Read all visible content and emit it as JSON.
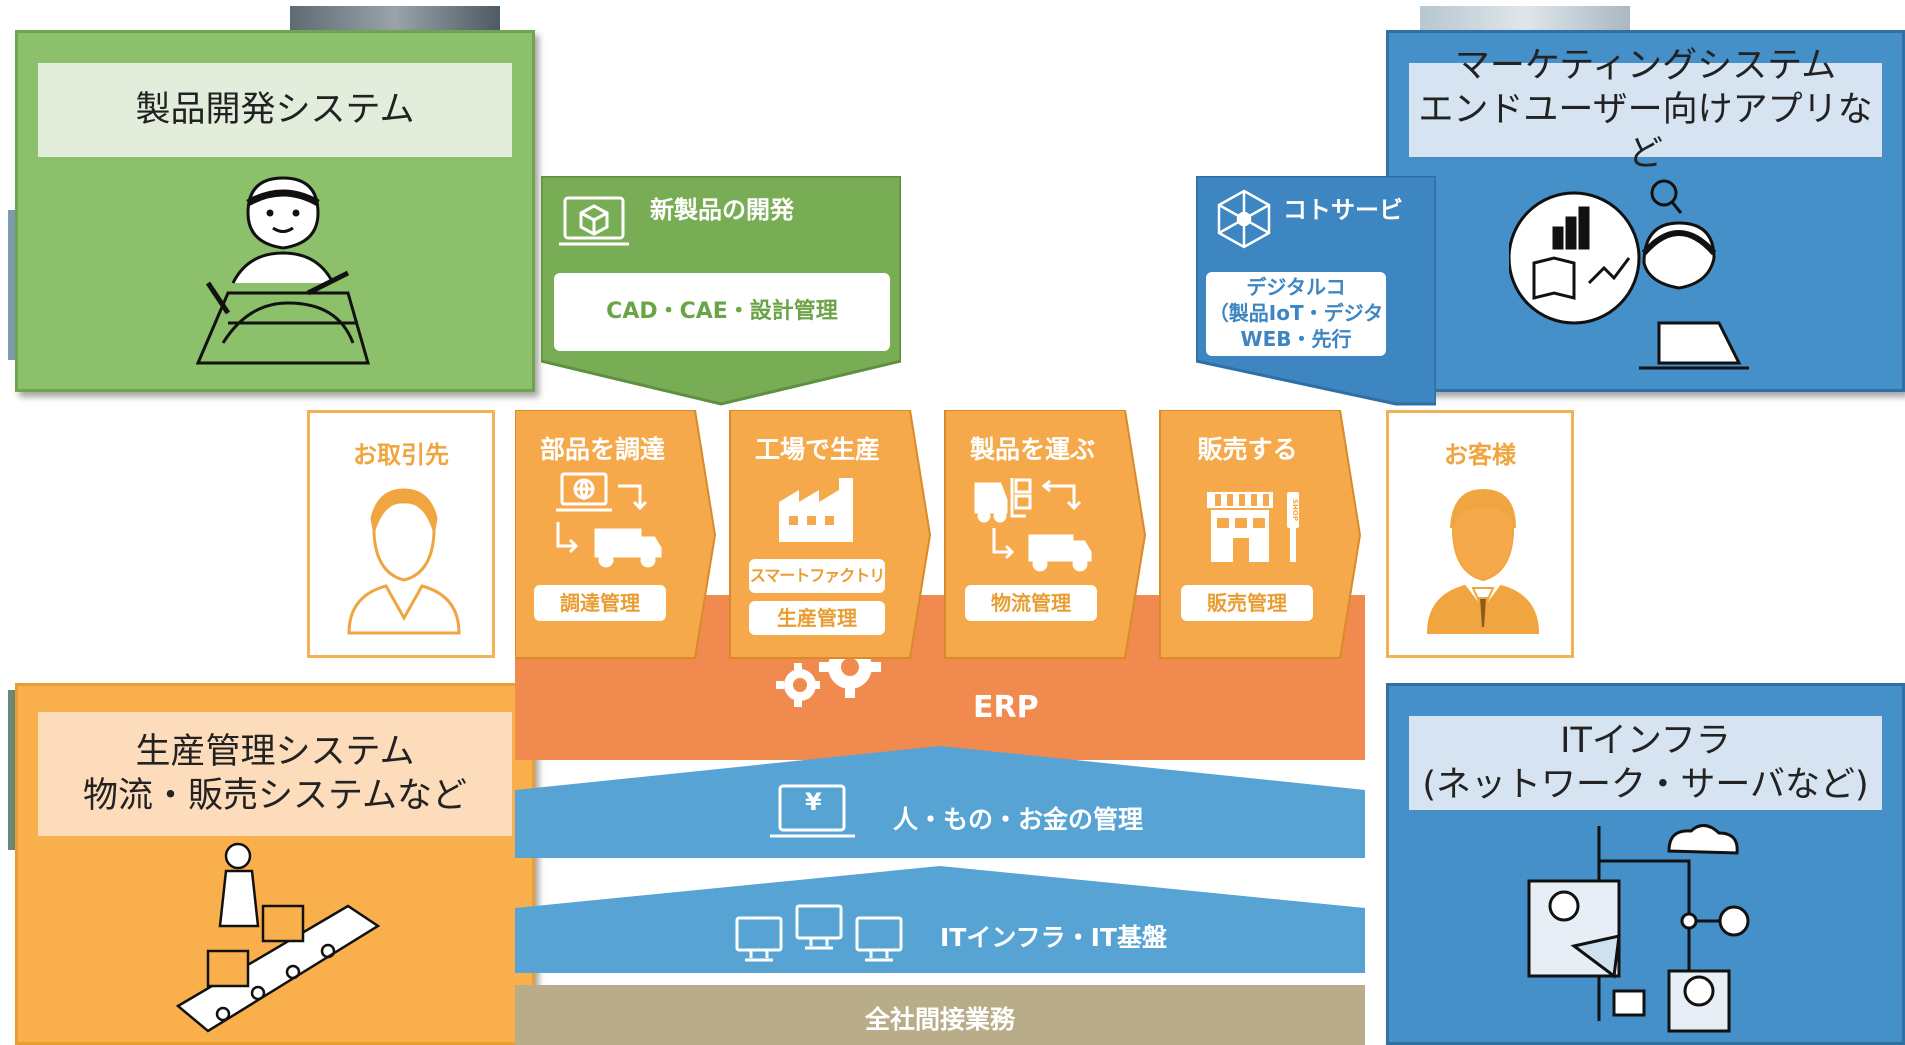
{
  "cards": {
    "product_dev": "製品開発システム",
    "production": "生産管理システム\n物流・販売システムなど",
    "marketing": "マーケティングシステム\nエンドユーザー向けアプリなど",
    "it_infra": "ITインフラ\n(ネットワーク・サーバなど)"
  },
  "new_product": {
    "title": "新製品の開発",
    "tools": "CAD・CAE・設計管理"
  },
  "koto_service": {
    "title": "コトサービ",
    "line1": "デジタルコ",
    "line2": "（製品IoT・デジタ",
    "line3": "WEB・先行"
  },
  "partner": {
    "label": "お取引先"
  },
  "customer": {
    "label": "お客様"
  },
  "flow": [
    {
      "title": "部品を調達",
      "box": "調達管理"
    },
    {
      "title": "工場で生産",
      "tag": "スマートファクトリー",
      "box": "生産管理"
    },
    {
      "title": "製品を運ぶ",
      "box": "物流管理"
    },
    {
      "title": "販売する",
      "box": "販売管理"
    }
  ],
  "shop_sign": "SHOP",
  "erp": {
    "label": "ERP"
  },
  "management": {
    "label": "人・もの・お金の管理",
    "currency": "¥"
  },
  "infra_band": {
    "label": "ITインフラ・IT基盤"
  },
  "indirect": {
    "label": "全社間接業務"
  },
  "colors": {
    "green": "#8cc06b",
    "orange_card": "#f9b04c",
    "blue": "#4590c9",
    "chevron": "#f5a94b",
    "erp": "#f08a4f",
    "band_blue": "#56a3d4",
    "band_tan": "#b8ad88"
  }
}
